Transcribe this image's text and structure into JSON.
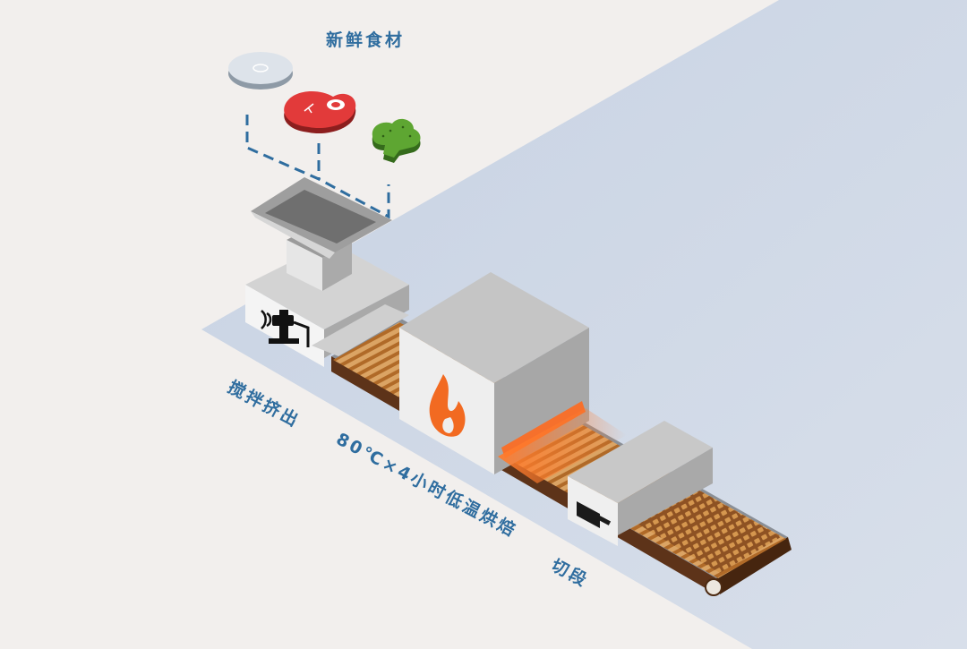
{
  "labels": {
    "fresh": "新鲜食材",
    "mix": "搅拌挤出",
    "bake": "80℃×4小时低温烘焙",
    "cut": "切段"
  },
  "icons": [
    "plate-icon",
    "steak-icon",
    "broccoli-icon",
    "meat-grinder-icon",
    "flame-icon",
    "cleaver-icon"
  ],
  "colors": {
    "label": "#2f6d9f",
    "background": "#f2efed",
    "floor": "#ccd6e5",
    "machine": "#bdbdbd",
    "belt": "#5d3319",
    "product": "#c57e36",
    "heat": "#ff6a1f"
  }
}
